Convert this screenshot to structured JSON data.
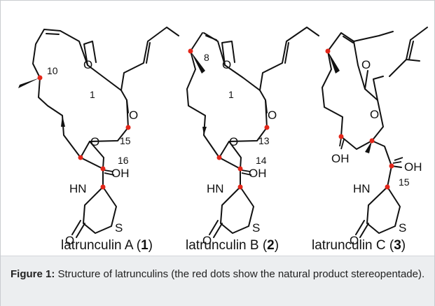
{
  "structures": [
    {
      "name_text": "latrunculin A (",
      "number": "1",
      "name_end": ")",
      "position_labels": [
        "10",
        "1",
        "15",
        "16"
      ],
      "atoms": {
        "ester_o": "O",
        "ring_o": "O",
        "oh": "OH",
        "nh": "HN",
        "s": "S",
        "urea_o": "O",
        "carbonyl_o": "O"
      }
    },
    {
      "name_text": "latrunculin B (",
      "number": "2",
      "name_end": ")",
      "position_labels": [
        "8",
        "1",
        "13",
        "14"
      ],
      "atoms": {
        "ester_o": "O",
        "ring_o": "O",
        "oh": "OH",
        "nh": "HN",
        "s": "S",
        "urea_o": "O",
        "carbonyl_o": "O"
      }
    },
    {
      "name_text": "latrunculin C (",
      "number": "3",
      "name_end": ")",
      "position_labels": [
        "15"
      ],
      "atoms": {
        "ester_o": "O",
        "oh1": "OH",
        "oh2": "OH",
        "nh": "HN",
        "s": "S",
        "urea_o": "O",
        "carbonyl_o": "O"
      }
    }
  ],
  "caption": {
    "label": "Figure 1:",
    "text": " Structure of latrunculins (the red dots show the natural product stereopentade)."
  },
  "colors": {
    "stereocenter_dot": "#e32619",
    "caption_bg": "#eceef0",
    "border": "#c9ccd0"
  }
}
